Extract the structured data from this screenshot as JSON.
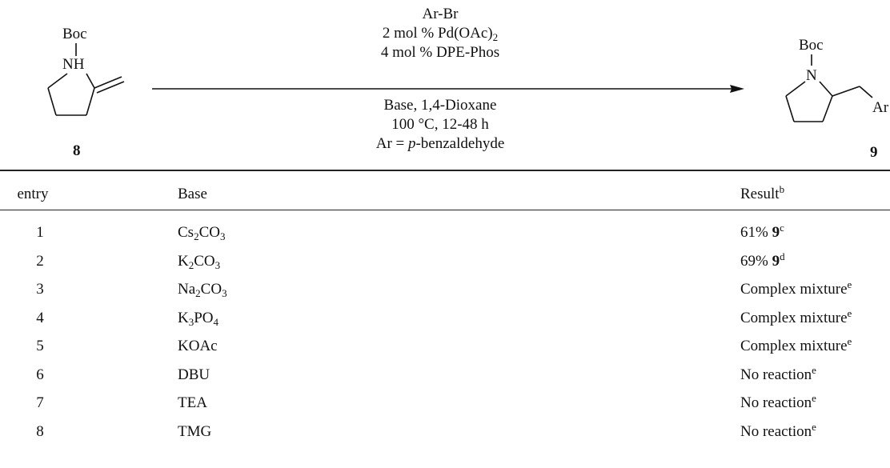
{
  "scheme": {
    "reactant": {
      "protecting_group": "Boc",
      "nh_label": "NH",
      "compound_number": "8"
    },
    "product": {
      "protecting_group": "Boc",
      "n_label": "N",
      "aryl_label": "Ar",
      "compound_number": "9"
    },
    "conditions": {
      "line1": "Ar-Br",
      "line2_pre": "2 mol % Pd(OAc)",
      "line2_sub": "2",
      "line3": "4 mol % DPE-Phos",
      "line4": "Base, 1,4-Dioxane",
      "line5": "100 °C, 12-48 h",
      "line6_pre": "Ar = ",
      "line6_italic": "p",
      "line6_post": "-benzaldehyde"
    }
  },
  "table": {
    "headers": {
      "entry": "entry",
      "base": "Base",
      "result": "Result",
      "result_sup": "b"
    },
    "rows": [
      {
        "entry": "1",
        "base": [
          [
            "Cs",
            ""
          ],
          [
            "2",
            "sub"
          ],
          [
            "CO",
            ""
          ],
          [
            "3",
            "sub"
          ]
        ],
        "result": [
          [
            "61% ",
            ""
          ],
          [
            "9",
            "b"
          ],
          [
            "c",
            "sup"
          ]
        ]
      },
      {
        "entry": "2",
        "base": [
          [
            "K",
            ""
          ],
          [
            "2",
            "sub"
          ],
          [
            "CO",
            ""
          ],
          [
            "3",
            "sub"
          ]
        ],
        "result": [
          [
            "69% ",
            ""
          ],
          [
            "9",
            "b"
          ],
          [
            "d",
            "sup"
          ]
        ]
      },
      {
        "entry": "3",
        "base": [
          [
            "Na",
            ""
          ],
          [
            "2",
            "sub"
          ],
          [
            "CO",
            ""
          ],
          [
            "3",
            "sub"
          ]
        ],
        "result": [
          [
            "Complex mixture",
            ""
          ],
          [
            "e",
            "sup"
          ]
        ]
      },
      {
        "entry": "4",
        "base": [
          [
            "K",
            ""
          ],
          [
            "3",
            "sub"
          ],
          [
            "PO",
            ""
          ],
          [
            "4",
            "sub"
          ]
        ],
        "result": [
          [
            "Complex mixture",
            ""
          ],
          [
            "e",
            "sup"
          ]
        ]
      },
      {
        "entry": "5",
        "base": [
          [
            "KOAc",
            ""
          ]
        ],
        "result": [
          [
            "Complex mixture",
            ""
          ],
          [
            "e",
            "sup"
          ]
        ]
      },
      {
        "entry": "6",
        "base": [
          [
            "DBU",
            ""
          ]
        ],
        "result": [
          [
            "No reaction",
            ""
          ],
          [
            "e",
            "sup"
          ]
        ]
      },
      {
        "entry": "7",
        "base": [
          [
            "TEA",
            ""
          ]
        ],
        "result": [
          [
            "No reaction",
            ""
          ],
          [
            "e",
            "sup"
          ]
        ]
      },
      {
        "entry": "8",
        "base": [
          [
            "TMG",
            ""
          ]
        ],
        "result": [
          [
            "No reaction",
            ""
          ],
          [
            "e",
            "sup"
          ]
        ]
      }
    ]
  }
}
